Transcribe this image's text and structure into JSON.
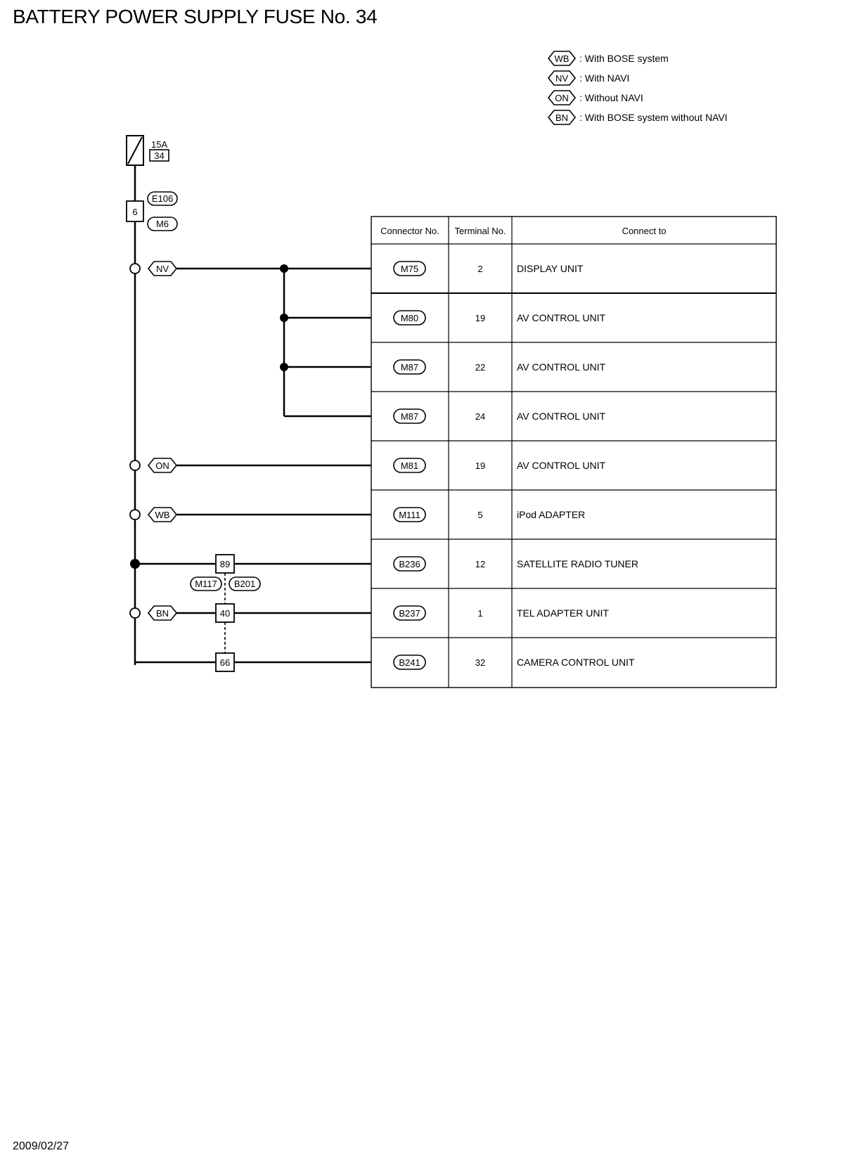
{
  "title": "BATTERY POWER SUPPLY FUSE No. 34",
  "date": "2009/02/27",
  "legend": [
    {
      "code": "WB",
      "text": ": With BOSE system"
    },
    {
      "code": "NV",
      "text": ": With NAVI"
    },
    {
      "code": "ON",
      "text": ": Without NAVI"
    },
    {
      "code": "BN",
      "text": ": With BOSE system without NAVI"
    }
  ],
  "fuse": {
    "amperage": "15A",
    "number": "34"
  },
  "main_connector": {
    "terminal": "6",
    "connector_top": "E106",
    "connector_bottom": "M6"
  },
  "branch_tags": {
    "nv": "NV",
    "on": "ON",
    "wb": "WB",
    "bn": "BN"
  },
  "joint": {
    "terminals": [
      "89",
      "40",
      "66"
    ],
    "connector_left": "M117",
    "connector_right": "B201"
  },
  "table": {
    "headers": [
      "Connector No.",
      "Terminal No.",
      "Connect to"
    ],
    "rows": [
      {
        "connector": "M75",
        "terminal": "2",
        "connect_to": "DISPLAY UNIT"
      },
      {
        "connector": "M80",
        "terminal": "19",
        "connect_to": "AV CONTROL UNIT"
      },
      {
        "connector": "M87",
        "terminal": "22",
        "connect_to": "AV CONTROL UNIT"
      },
      {
        "connector": "M87",
        "terminal": "24",
        "connect_to": "AV CONTROL UNIT"
      },
      {
        "connector": "M81",
        "terminal": "19",
        "connect_to": "AV CONTROL UNIT"
      },
      {
        "connector": "M111",
        "terminal": "5",
        "connect_to": "iPod ADAPTER"
      },
      {
        "connector": "B236",
        "terminal": "12",
        "connect_to": "SATELLITE RADIO TUNER"
      },
      {
        "connector": "B237",
        "terminal": "1",
        "connect_to": "TEL ADAPTER UNIT"
      },
      {
        "connector": "B241",
        "terminal": "32",
        "connect_to": "CAMERA CONTROL UNIT"
      }
    ]
  }
}
